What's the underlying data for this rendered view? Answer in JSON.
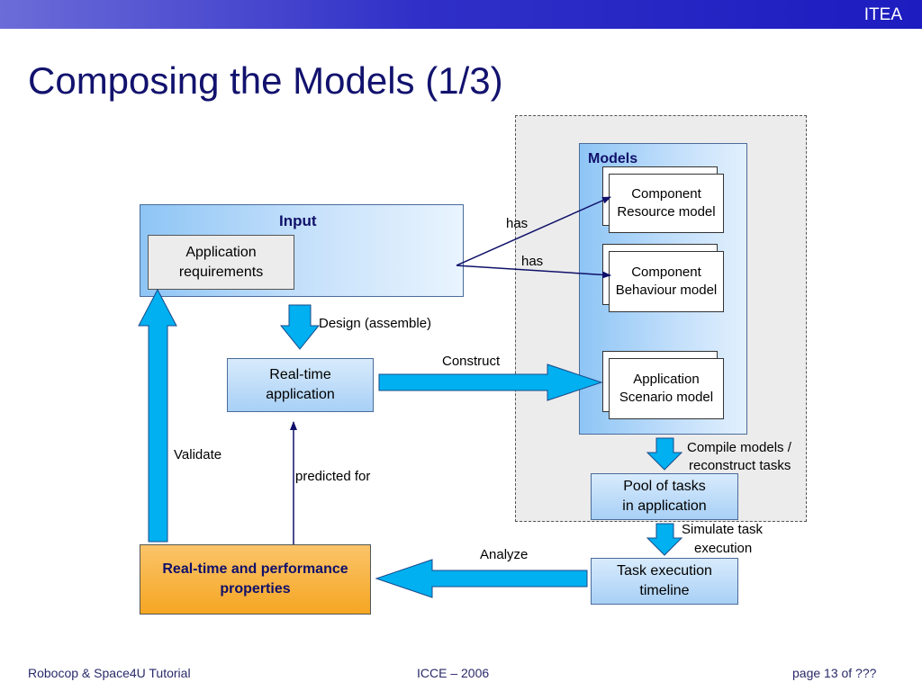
{
  "header": {
    "brand": "ITEA"
  },
  "slide": {
    "title": "Composing the Models (1/3)"
  },
  "diagram": {
    "input": {
      "title": "Input",
      "requirements_line1": "Application",
      "requirements_line2": "requirements"
    },
    "models": {
      "title": "Models",
      "resource_line1": "Component",
      "resource_line2": "Resource model",
      "behaviour_line1": "Component",
      "behaviour_line2": "Behaviour model",
      "scenario_line1": "Application",
      "scenario_line2": "Scenario model"
    },
    "labels": {
      "has1": "has",
      "has2": "has",
      "design": "Design (assemble)",
      "construct": "Construct",
      "compile_line1": "Compile models /",
      "compile_line2": "reconstruct tasks",
      "simulate_line1": "Simulate task",
      "simulate_line2": "execution",
      "analyze": "Analyze",
      "validate": "Validate",
      "predicted_for": "predicted for"
    },
    "realtime_app_line1": "Real-time",
    "realtime_app_line2": "application",
    "pool_line1": "Pool of tasks",
    "pool_line2": "in application",
    "timeline_line1": "Task execution",
    "timeline_line2": "timeline",
    "properties_line1": "Real-time and performance",
    "properties_line2": "properties"
  },
  "footer": {
    "left": "Robocop & Space4U Tutorial",
    "center": "ICCE – 2006",
    "right": "page 13 of ???"
  },
  "colors": {
    "title": "#12126e",
    "arrow_fill": "#00b0f0",
    "properties_fill": "#f5a623"
  }
}
